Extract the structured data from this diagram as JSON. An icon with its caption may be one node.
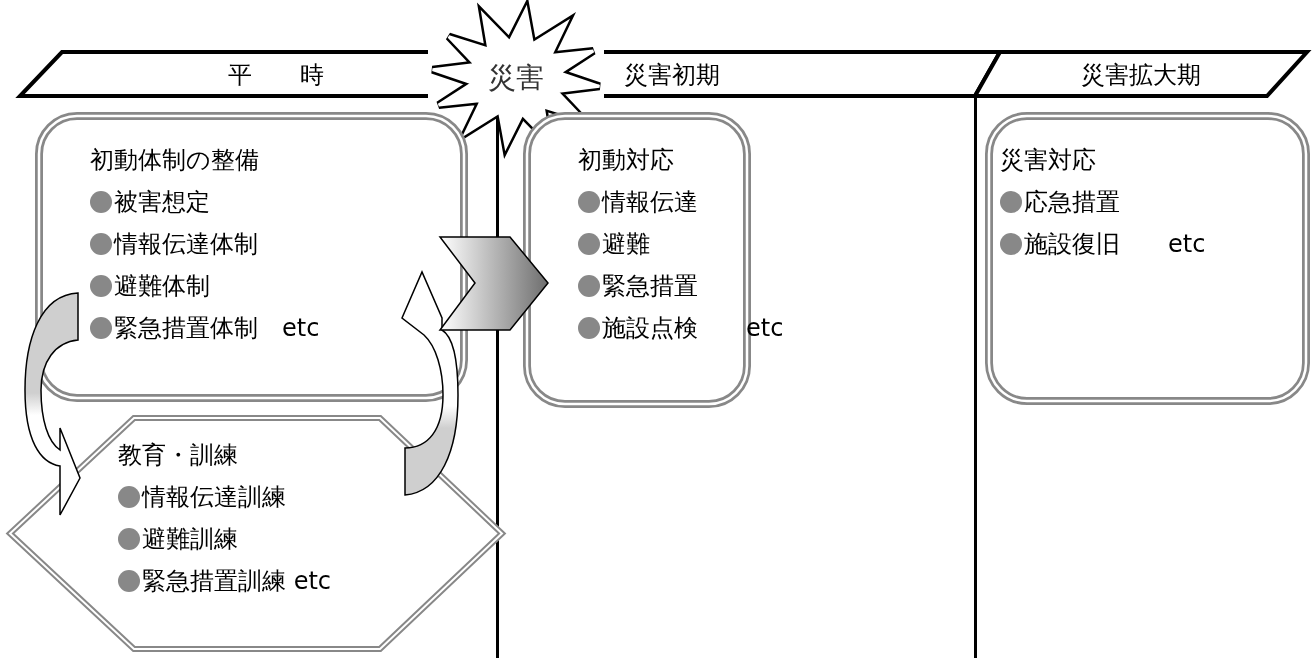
{
  "diagram": {
    "nodes": [
      {
        "text": [
          "平　　時"
        ]
      },
      {
        "text": [
          "災害"
        ]
      },
      {
        "text": [
          "災害初期"
        ]
      },
      {
        "text": [
          "災害拡大期"
        ]
      },
      {
        "text": [
          "初動体制の整備",
          "被害想定",
          "情報伝達体制",
          "避難体制",
          "緊急措置体制　etc"
        ]
      },
      {
        "text": [
          "教育・訓練",
          "情報伝達訓練",
          "避難訓練",
          "緊急措置訓練 etc"
        ]
      },
      {
        "text": [
          "初動対応",
          "情報伝達",
          "避難",
          "緊急措置",
          "施設点検　　etc"
        ]
      },
      {
        "text": [
          "災害対応",
          "応急措置",
          "施設復旧　　etc"
        ]
      }
    ],
    "edges": [
      {
        "from": 4,
        "to": 5,
        "arrow": "to"
      },
      {
        "from": 5,
        "to": 4,
        "arrow": "to"
      },
      {
        "from": 4,
        "to": 6,
        "arrow": "to"
      }
    ]
  }
}
